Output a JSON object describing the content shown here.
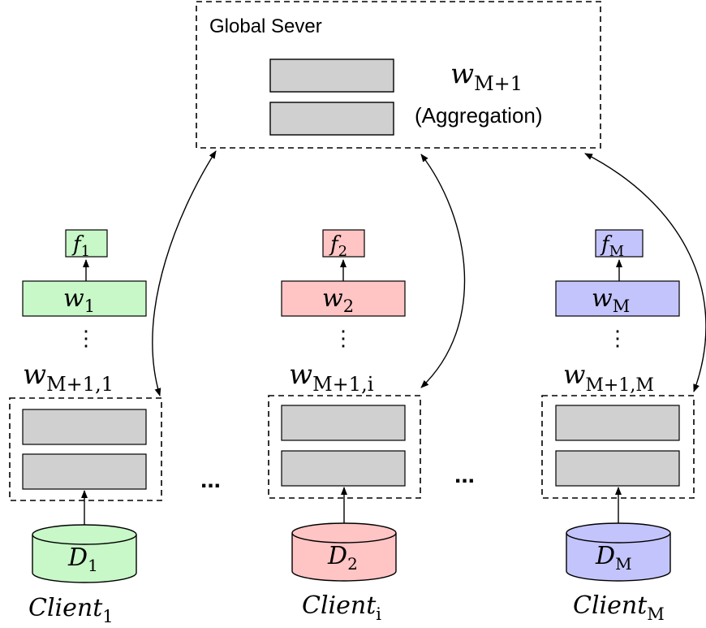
{
  "server": {
    "title": "Global Sever",
    "weight": {
      "base": "w",
      "sub": "M+1"
    },
    "aggregation_label": "(Aggregation)"
  },
  "ellipsis": "...",
  "vdots": "⋮",
  "clients": [
    {
      "id": "client-1",
      "color": "#c8f7c8",
      "output": {
        "base": "f",
        "sub": "1"
      },
      "head_weight": {
        "base": "w",
        "sub": "1"
      },
      "shared_weight": {
        "base": "w",
        "sub": "M+1,1"
      },
      "dataset": {
        "base": "D",
        "sub": "1"
      },
      "name": {
        "base": "Client",
        "sub": "1"
      }
    },
    {
      "id": "client-i",
      "color": "#ffc4c4",
      "output": {
        "base": "f",
        "sub": "2"
      },
      "head_weight": {
        "base": "w",
        "sub": "2"
      },
      "shared_weight": {
        "base": "w",
        "sub": "M+1,i"
      },
      "dataset": {
        "base": "D",
        "sub": "2"
      },
      "name": {
        "base": "Client",
        "sub": "i"
      }
    },
    {
      "id": "client-m",
      "color": "#c4c4fc",
      "output": {
        "base": "f",
        "sub": "M"
      },
      "head_weight": {
        "base": "w",
        "sub": "M"
      },
      "shared_weight": {
        "base": "w",
        "sub": "M+1,M"
      },
      "dataset": {
        "base": "D",
        "sub": "M"
      },
      "name": {
        "base": "Client",
        "sub": "M"
      }
    }
  ],
  "colors": {
    "layer_fill": "#d0d0d0",
    "stroke": "#000000"
  }
}
